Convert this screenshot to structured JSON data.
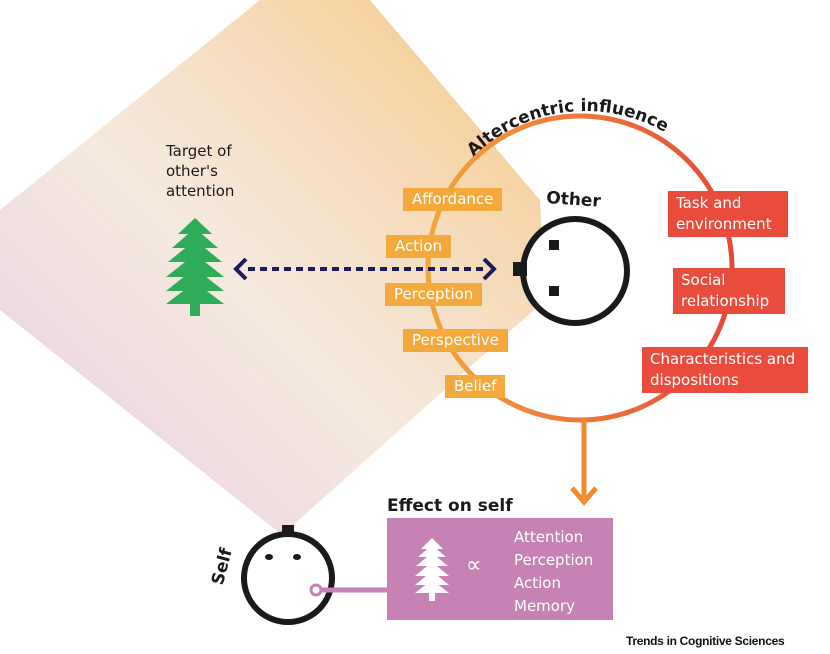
{
  "labels": {
    "target": "Target of other's attention",
    "altercentric": "Altercentric influence",
    "other": "Other",
    "self": "Self",
    "effect_title": "Effect on self",
    "propto": "∝",
    "brand": "Trends in Cognitive Sciences"
  },
  "orange_boxes": [
    "Affordance",
    "Action",
    "Perception",
    "Perspective",
    "Belief"
  ],
  "red_boxes": {
    "task": "Task and environment",
    "social": "Social relationship",
    "characteristics": "Characteristics and dispositions"
  },
  "effect_items": [
    "Attention",
    "Perception",
    "Action",
    "Memory"
  ],
  "colors": {
    "orange": "#f3a93b",
    "red": "#e94c3c",
    "purple": "#c682b4",
    "tree": "#2eac57",
    "arrow": "#1f1a5e",
    "arc_orange": "#ef8a2e",
    "arc_red": "#e5493b"
  },
  "icons": {
    "tree": "pine-tree-icon",
    "other_head": "head-icon",
    "self_head": "head-icon"
  }
}
